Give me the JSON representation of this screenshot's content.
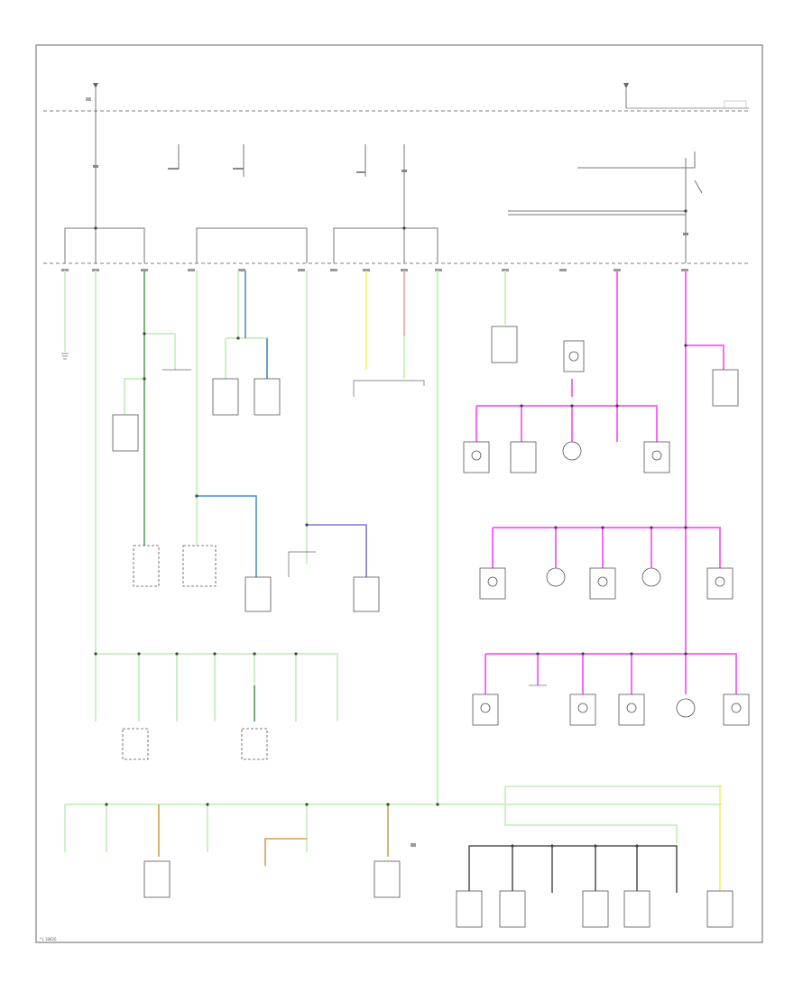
{
  "diagram": {
    "frame_ref": "*1 18826",
    "sources": [
      {
        "id": "src-left",
        "label": ""
      },
      {
        "id": "src-right",
        "label": ""
      }
    ],
    "wire_colors": {
      "green": "#ccf2c4",
      "dark_green": "#5aa05a",
      "pink": "#ff66ff",
      "blue": "#4a8fcf",
      "violet": "#7a7ae0",
      "yellow": "#f2f26a",
      "red": "#f2a0a0",
      "tan": "#d2a050",
      "black": "#333333",
      "gray": "#888888"
    },
    "components": [
      {
        "id": "c-left-1",
        "label": ""
      },
      {
        "id": "c-left-2",
        "label": ""
      },
      {
        "id": "c-mid-1",
        "label": ""
      },
      {
        "id": "c-mid-2",
        "label": ""
      },
      {
        "id": "c-ignition",
        "label": ""
      },
      {
        "id": "c-fuse-center",
        "label": ""
      }
    ],
    "bottom_row": [
      {
        "label": ""
      },
      {
        "label": ""
      },
      {
        "label": ""
      },
      {
        "label": ""
      },
      {
        "label": ""
      },
      {
        "label": ""
      },
      {
        "label": ""
      }
    ]
  }
}
